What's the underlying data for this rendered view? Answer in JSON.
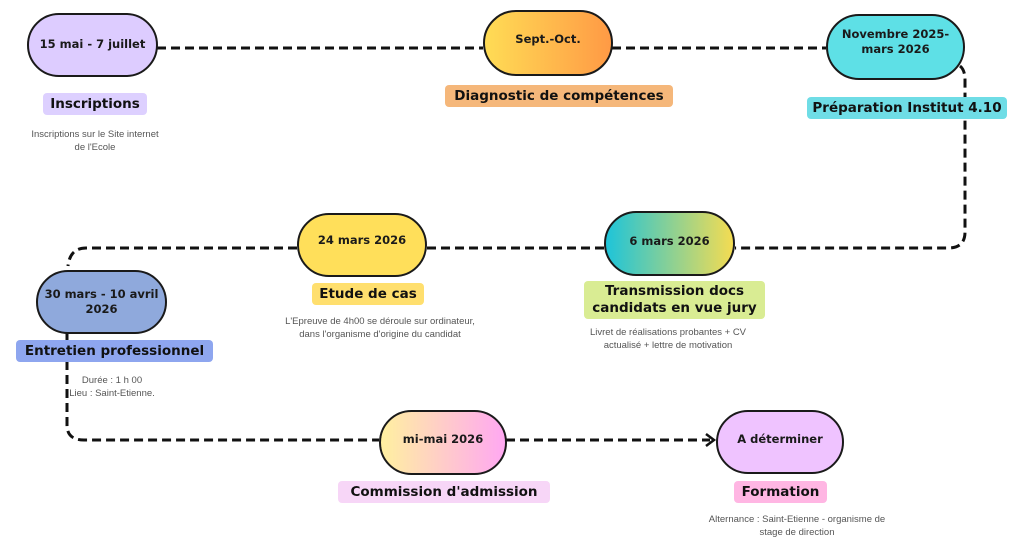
{
  "steps": [
    {
      "date": "15 mai - 7 juillet",
      "title": "Inscriptions",
      "desc": [
        "Inscriptions sur le Site internet",
        "de l'Ecole"
      ]
    },
    {
      "date": "Sept.-Oct.",
      "title": "Diagnostic de compétences"
    },
    {
      "date_lines": [
        "Novembre 2025-",
        "mars 2026"
      ],
      "title": "Préparation Institut 4.10"
    },
    {
      "date": "6 mars 2026",
      "title_lines": [
        "Transmission docs",
        "candidats en vue jury"
      ],
      "desc": [
        "Livret de réalisations probantes + CV",
        "actualisé + lettre de motivation"
      ]
    },
    {
      "date": "24 mars 2026",
      "title": "Etude de cas",
      "desc": [
        "L'Epreuve de 4h00 se déroule sur ordinateur,",
        "dans l'organisme d'origine du candidat"
      ]
    },
    {
      "date_lines": [
        "30 mars - 10 avril",
        "2026"
      ],
      "title": "Entretien professionnel",
      "desc": [
        "Durée : 1 h 00",
        "Lieu : Saint-Etienne."
      ]
    },
    {
      "date": "mi-mai 2026",
      "title": "Commission d'admission"
    },
    {
      "date": "A déterminer",
      "title": "Formation",
      "desc": [
        "Alternance : Saint-Etienne  - organisme de",
        "stage de direction"
      ]
    }
  ],
  "colors": {
    "inscriptions": "#ddccff",
    "diagnostic": "#f5b77a",
    "preparation": "#5ee0e6",
    "transmission": "#d9ec93",
    "etude": "#ffdf5a",
    "entretien": "#8fa9dc",
    "commission": "#f7d6f7",
    "formation": "#ffb6e3"
  }
}
